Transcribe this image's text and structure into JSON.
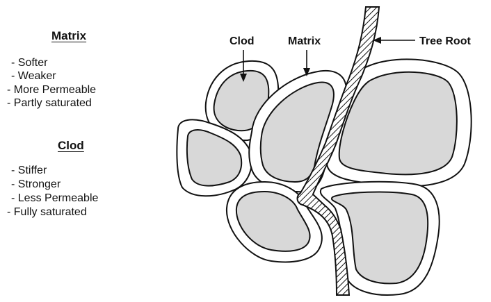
{
  "matrix": {
    "heading": "Matrix",
    "items": [
      "- Softer",
      "- Weaker",
      "- More Permeable",
      "- Partly saturated"
    ]
  },
  "clod": {
    "heading": "Clod",
    "items": [
      "- Stiffer",
      "- Stronger",
      "- Less Permeable",
      "- Fully saturated"
    ]
  },
  "labels": {
    "clod": "Clod",
    "matrix": "Matrix",
    "tree_root": "Tree Root"
  },
  "colors": {
    "clod_fill": "#d8d8d8",
    "matrix_fill": "#ffffff",
    "outline": "#111111"
  }
}
